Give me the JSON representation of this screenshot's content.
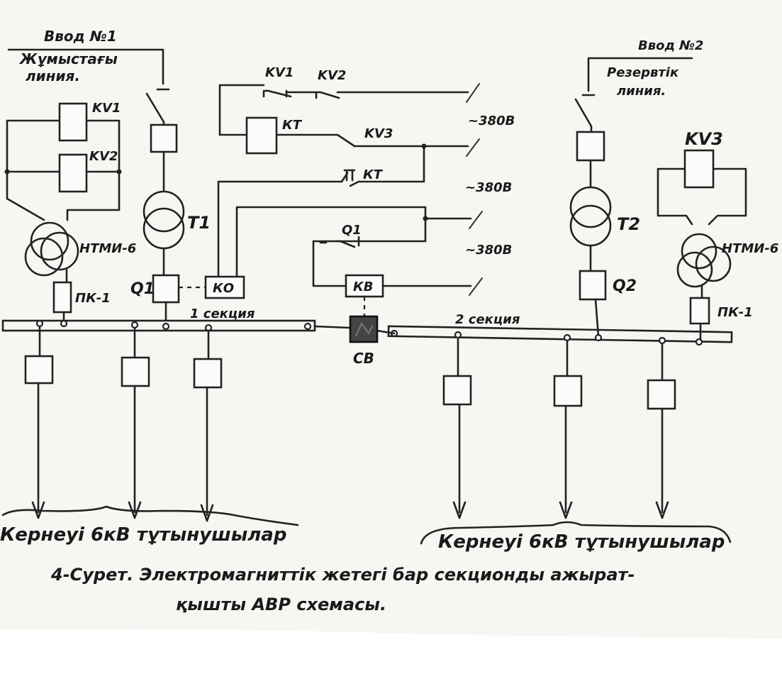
{
  "labels": {
    "input1": "Ввод №1",
    "working_line_1": "Жұмыстағы",
    "working_line_2": "линия.",
    "input2": "Ввод №2",
    "reserve_line_1": "Резервтік",
    "reserve_line_2": "линия.",
    "kv1_left": "KV1",
    "kv2_left": "KV2",
    "kv1_top": "KV1",
    "kv2_top": "KV2",
    "kt_relay": "КТ",
    "kv3_contact": "KV3",
    "kt_contact": "КТ",
    "volt_1": "~380В",
    "volt_2": "~380В",
    "volt_3": "~380В",
    "kv3_right": "KV3",
    "t1": "Т1",
    "t2": "Т2",
    "ntmi_left": "НТМИ-6",
    "ntmi_right": "НТМИ-6",
    "pk_left": "ПК-1",
    "pk_right": "ПК-1",
    "q1": "Q1",
    "q2": "Q2",
    "q1_contact": "Q1",
    "ko": "КО",
    "kv": "КВ",
    "cb": "СВ",
    "section1": "1 секция",
    "section2": "2 секция",
    "consumers_left": "Кернеуі 6кВ тұтынушылар",
    "consumers_right": "Кернеуі 6кВ тұтынушылар",
    "caption_line1": "4-Сурет. Электромагниттік жетегі бар секционды ажырат-",
    "caption_line2": "қышты АВР схемасы."
  },
  "icons": {
    "transformer": "two-winding-transformer-icon",
    "breaker": "circuit-breaker-icon",
    "arrow": "arrow-down-icon"
  }
}
